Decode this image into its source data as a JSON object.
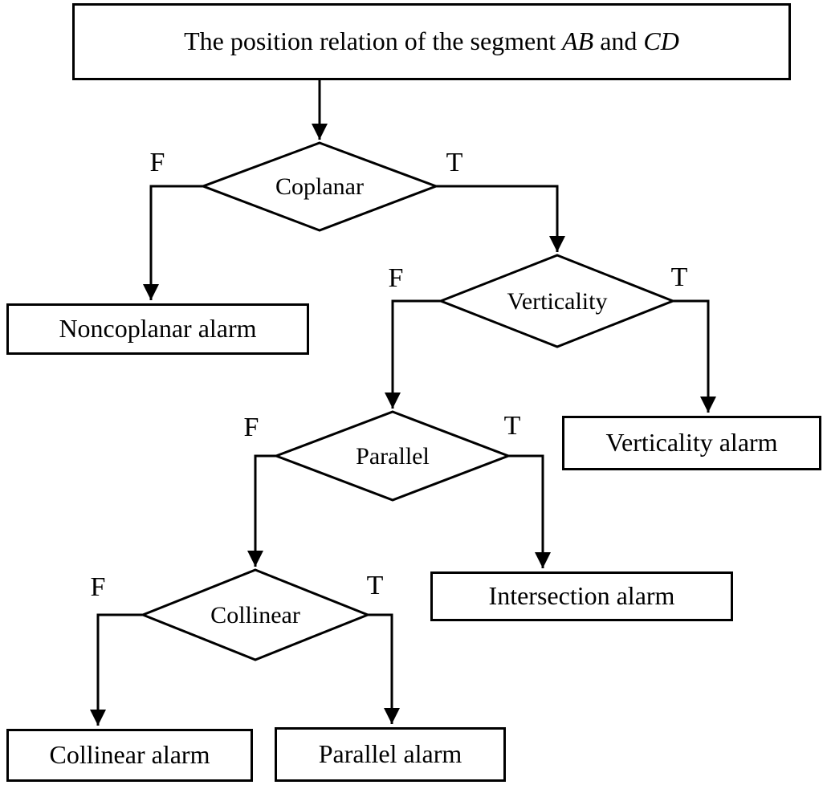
{
  "title": {
    "prefix": "The position relation of the segment ",
    "ab": "AB",
    "and": " and ",
    "cd": "CD"
  },
  "decisions": {
    "coplanar": {
      "label": "Coplanar",
      "f": "F",
      "t": "T"
    },
    "verticality": {
      "label": "Verticality",
      "f": "F",
      "t": "T"
    },
    "parallel": {
      "label": "Parallel",
      "f": "F",
      "t": "T"
    },
    "collinear": {
      "label": "Collinear",
      "f": "F",
      "t": "T"
    }
  },
  "outcomes": {
    "noncoplanar": "Noncoplanar alarm",
    "verticality": "Verticality alarm",
    "intersection": "Intersection alarm",
    "collinear": "Collinear alarm",
    "parallel": "Parallel alarm"
  },
  "colors": {
    "line": "#000000",
    "background": "#ffffff"
  }
}
